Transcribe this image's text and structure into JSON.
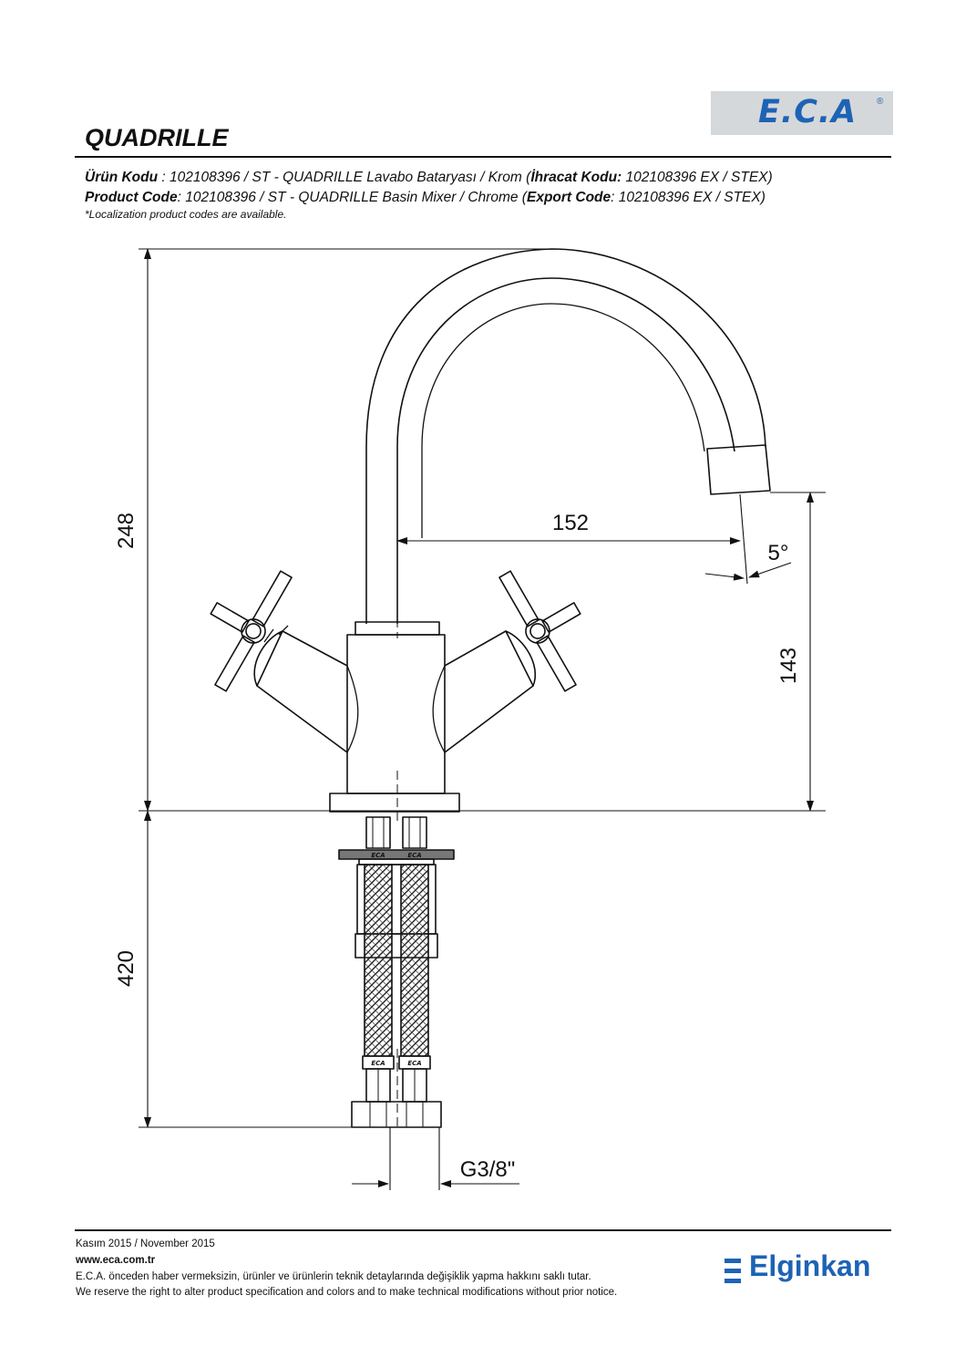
{
  "header": {
    "brand_logo": "E.C.A",
    "brand_registered": "®",
    "title": "QUADRILLE"
  },
  "product_info": {
    "tr_label": "Ürün Kodu",
    "tr_text": " : 102108396 / ST - QUADRILLE Lavabo Bataryası / Krom (",
    "tr_export_label": "İhracat Kodu:",
    "tr_export_value": " 102108396 EX / STEX)",
    "en_label": "Product Code",
    "en_text": ": 102108396 / ST - QUADRILLE Basin Mixer / Chrome (",
    "en_export_label": "Export Code",
    "en_export_value": ": 102108396 EX / STEX)",
    "note": "*Localization product codes are available."
  },
  "dimensions": {
    "total_height": "248",
    "spout_reach": "152",
    "spout_angle": "5°",
    "spout_height": "143",
    "hose_length": "420",
    "connection": "G3/8\""
  },
  "hose_marking": "ECA",
  "footer": {
    "date": "Kasım 2015 / November 2015",
    "website": "www.eca.com.tr",
    "disclaimer_tr": "E.C.A. önceden haber vermeksizin, ürünler ve ürünlerin teknik detaylarında değişiklik yapma hakkını saklı tutar.",
    "disclaimer_en": "We reserve the right to alter product specification and colors and to make technical modifications without prior notice.",
    "partner_logo": "Elginkan"
  },
  "colors": {
    "brand_blue": "#1d63b5",
    "logo_background": "#d5d8da"
  }
}
